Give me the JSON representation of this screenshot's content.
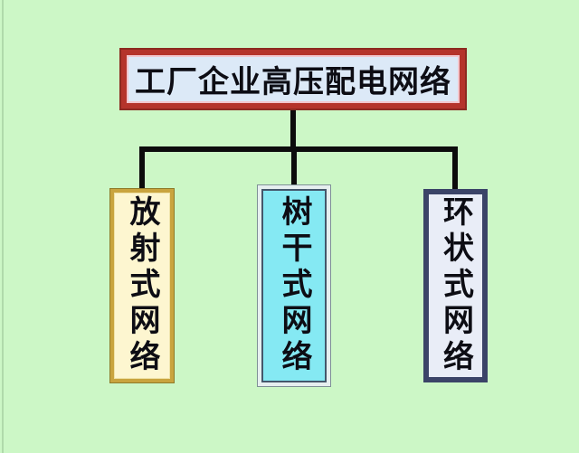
{
  "page": {
    "background_color": "#ccf7c6"
  },
  "diagram": {
    "text_color": "#0d0d14",
    "connector_color": "#0c0c0c",
    "root": {
      "label": "工厂企业高压配电网络",
      "fill_color": "#dce9f7",
      "border_color": "#b5342b",
      "inner_line_color": "#f2c6cd"
    },
    "nodes": [
      {
        "label": "放射式网络",
        "fill_color": "#fdf6d0",
        "border_color": "#c9a43e"
      },
      {
        "label": "树干式网络",
        "fill_color": "#85e9f3",
        "border_color": "#44576b",
        "frame_color": "#e6efef"
      },
      {
        "label": "环状式网络",
        "fill_color": "#e9edf7",
        "border_color": "#3b4468"
      }
    ]
  }
}
